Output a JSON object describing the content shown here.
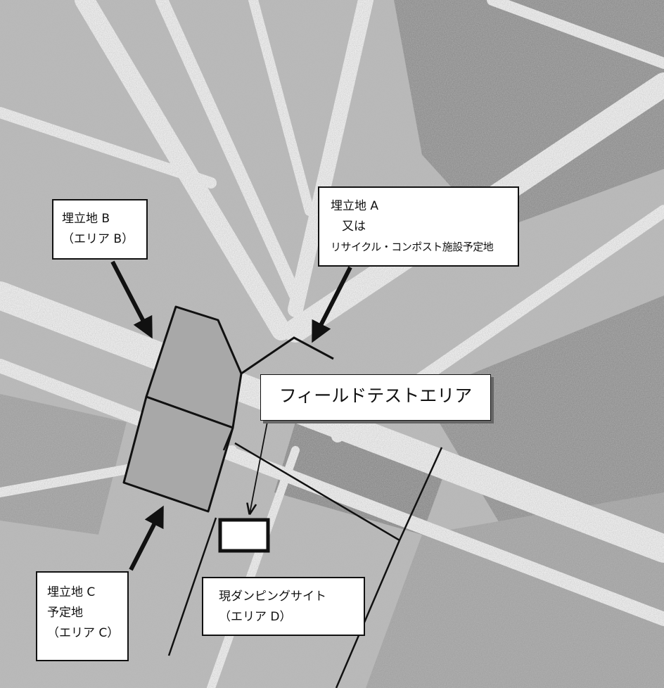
{
  "labels": {
    "area_a": {
      "line1": "埋立地 A",
      "line2": "又は",
      "line3": "リサイクル・コンポスト施設予定地"
    },
    "area_b": {
      "line1": "埋立地 B",
      "line2": "（エリア B）"
    },
    "area_c": {
      "line1": "埋立地 C",
      "line2": "予定地",
      "line3": "（エリア C）"
    },
    "area_d": {
      "line1": "現ダンピングサイト",
      "line2": "（エリア D）"
    },
    "field_test": "フィールドテストエリア"
  },
  "colors": {
    "aerial_base": "#b9b9b9",
    "aerial_light": "#ececec",
    "aerial_dark": "#8e8e8e",
    "landfill_fill": "#a9a9a9",
    "outline": "#111111"
  }
}
